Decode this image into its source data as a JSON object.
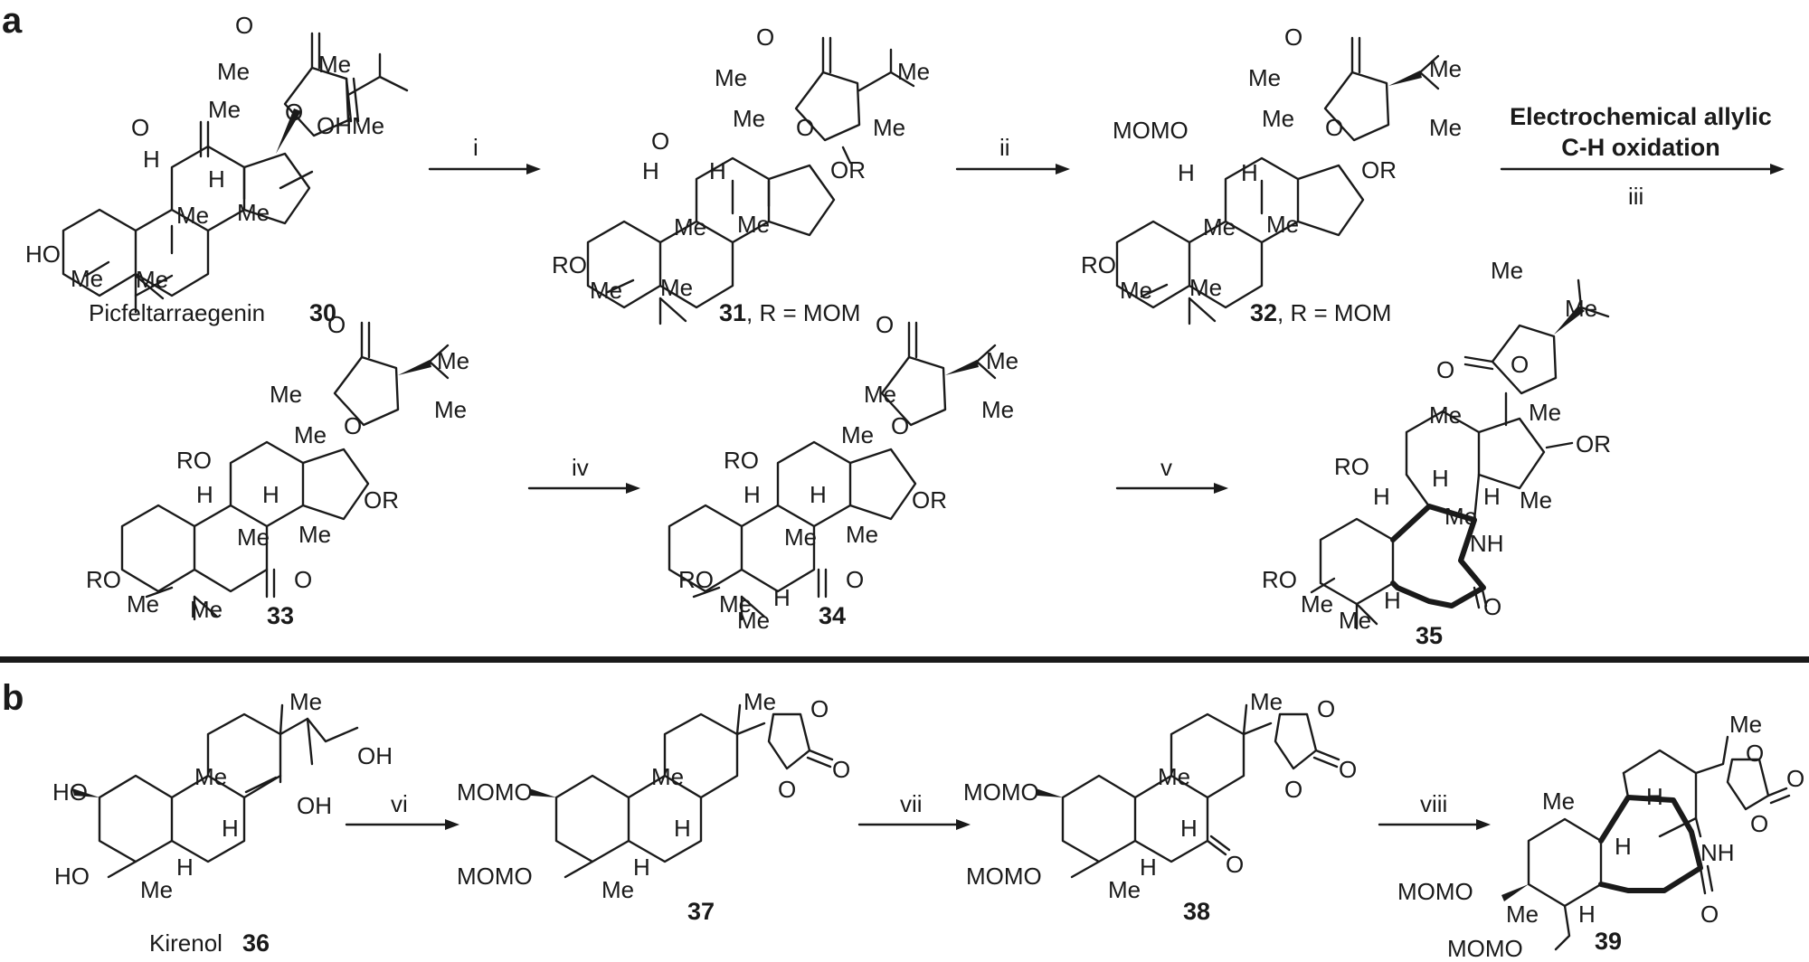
{
  "panels": {
    "a": "a",
    "b": "b"
  },
  "conditions": {
    "i": "i",
    "ii": "ii",
    "iii_line1": "Electrochemical allylic",
    "iii_line2": "C-H oxidation",
    "iii": "iii",
    "iv": "iv",
    "v": "v",
    "vi": "vi",
    "vii": "vii",
    "viii": "viii"
  },
  "compounds": {
    "c30": {
      "name": "Picfeltarraegenin",
      "num": "30"
    },
    "c31": {
      "num": "31",
      "desc": ", R = MOM"
    },
    "c32": {
      "num": "32",
      "desc": ", R = MOM"
    },
    "c33": {
      "num": "33"
    },
    "c34": {
      "num": "34"
    },
    "c35": {
      "num": "35"
    },
    "c36": {
      "name": "Kirenol",
      "num": "36"
    },
    "c37": {
      "num": "37"
    },
    "c38": {
      "num": "38"
    },
    "c39": {
      "num": "39"
    }
  },
  "atoms": {
    "O": "O",
    "Me": "Me",
    "H": "H",
    "OR": "OR",
    "RO": "RO",
    "HO": "HO",
    "OH": "OH",
    "OHMe": "OHMe",
    "MOMO": "MOMO",
    "NH": "NH"
  }
}
